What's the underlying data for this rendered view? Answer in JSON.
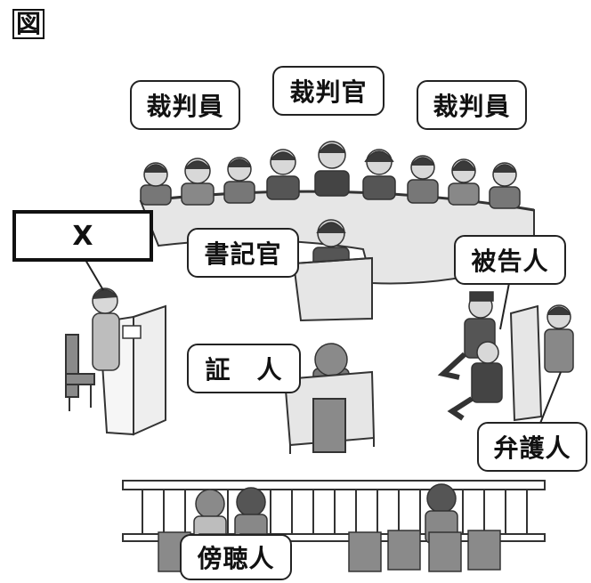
{
  "figure_label": "図",
  "labels": {
    "juror_left": "裁判員",
    "judge": "裁判官",
    "juror_right": "裁判員",
    "unknown_role": "X",
    "clerk": "書記官",
    "defendant": "被告人",
    "witness": "証　人",
    "defense_lawyer": "弁護人",
    "audience": "傍聴人"
  },
  "colors": {
    "line": "#333333",
    "bench_fill": "#e6e6e6",
    "desk_fill": "#eeeeee",
    "chair_fill": "#8a8a8a",
    "hair": "#3a3a3a",
    "face": "#d8d8d8"
  }
}
